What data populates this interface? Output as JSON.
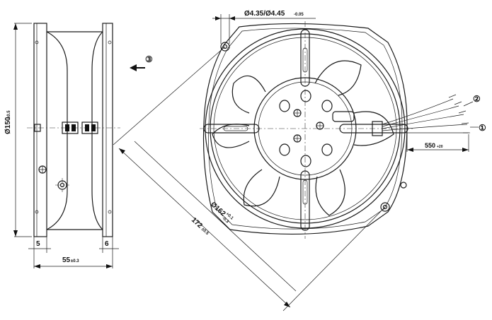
{
  "side_view": {
    "height_dim": {
      "main": "Ø150",
      "tol": "±0.5"
    },
    "left_offset": "5",
    "right_offset": "6",
    "depth_dim": {
      "main": "55",
      "tol": "±0.3"
    }
  },
  "airflow_marker": "③",
  "front_view": {
    "hole_dim": {
      "main": "Ø4.35/Ø4.45",
      "tol": "-0.05"
    },
    "diameter_dim": {
      "main": "Ø162",
      "tol_upper": "+0.1",
      "tol_lower": "-0.3"
    },
    "diagonal_dim": {
      "main": "172",
      "tol": "±0.5"
    },
    "lead_length": {
      "main": "550",
      "tol": "+20"
    },
    "marker_1": "①",
    "marker_2": "②"
  }
}
